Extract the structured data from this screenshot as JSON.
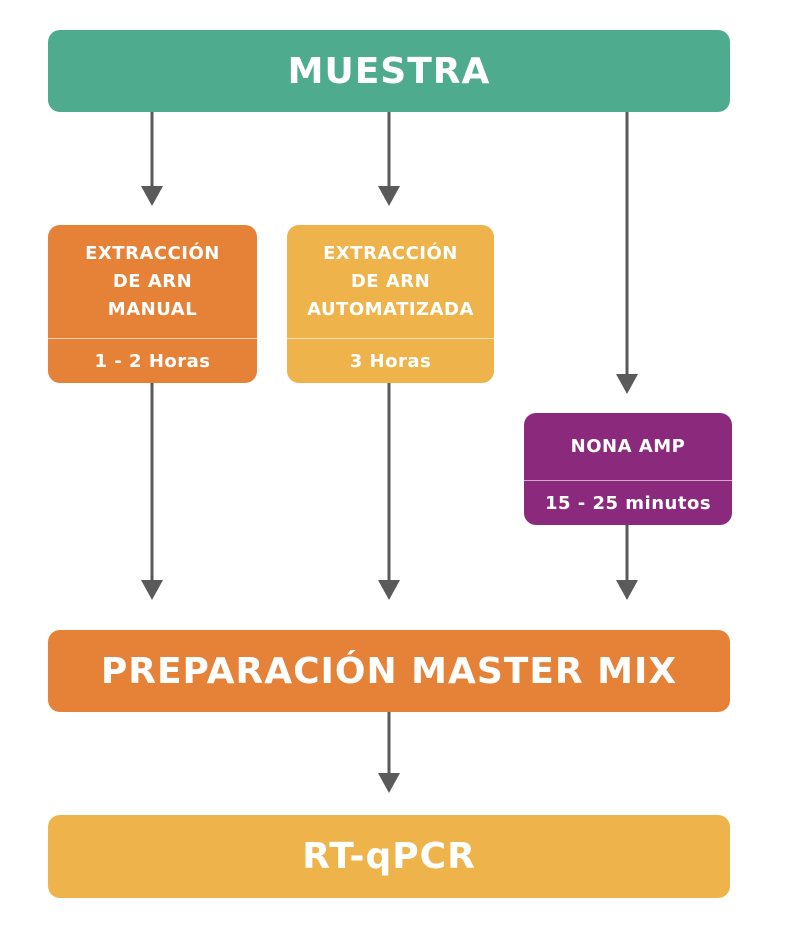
{
  "muestra": {
    "label": "MUESTRA"
  },
  "manual": {
    "title_lines": [
      "EXTRACCIÓN",
      "DE ARN",
      "MANUAL"
    ],
    "time": "1 - 2 Horas"
  },
  "auto": {
    "title_lines": [
      "EXTRACCIÓN",
      "DE ARN",
      "AUTOMATIZADA"
    ],
    "time": "3 Horas"
  },
  "nona": {
    "title": "NONA AMP",
    "time": "15 - 25 minutos"
  },
  "master": {
    "label": "PREPARACIÓN MASTER MIX"
  },
  "rtpcr": {
    "label": "RT-qPCR"
  },
  "colors": {
    "green": "#4fab8d",
    "orange": "#e68238",
    "yellow": "#eeb44b",
    "purple": "#8b2a7c",
    "arrow": "#5a5a5a"
  }
}
